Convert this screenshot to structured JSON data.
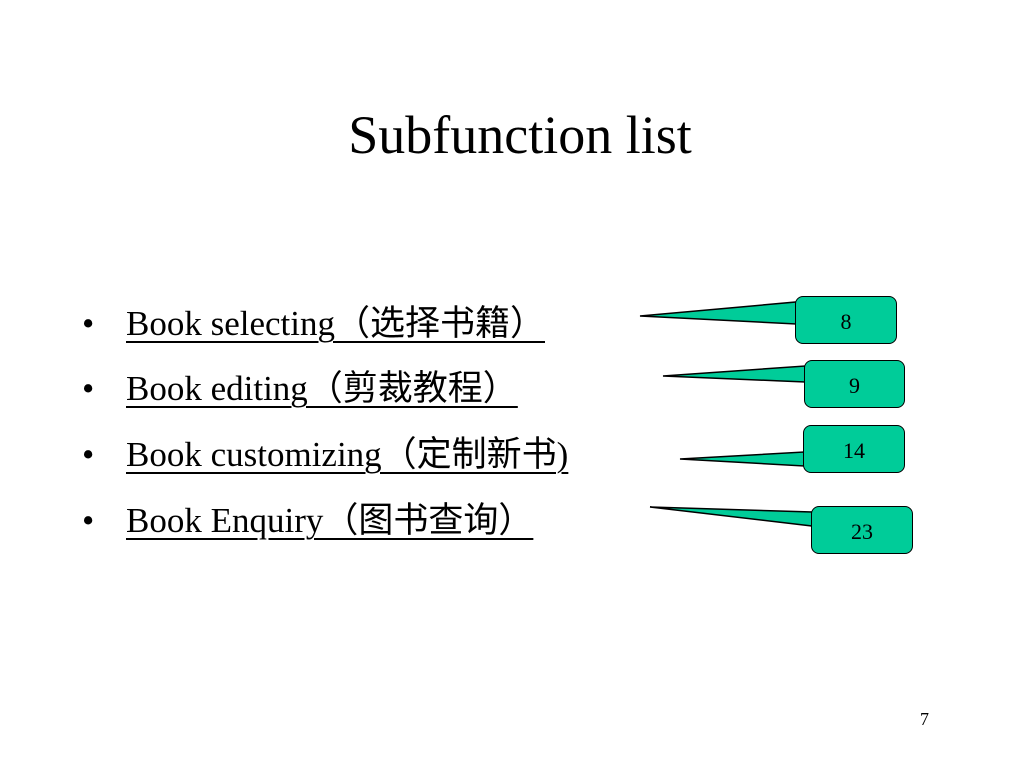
{
  "slide": {
    "title": "Subfunction list",
    "bullet_symbol": "•",
    "items": [
      {
        "label": "Book selecting（选择书籍）",
        "page_ref": "8"
      },
      {
        "label": "Book editing（剪裁教程）",
        "page_ref": "9"
      },
      {
        "label": "Book customizing（定制新书)",
        "page_ref": "14"
      },
      {
        "label": "Book Enquiry（图书查询）",
        "page_ref": "23"
      }
    ],
    "page_number": "7"
  },
  "colors": {
    "callout_fill": "#00cc99",
    "callout_stroke": "#000000",
    "text": "#000000",
    "background": "#ffffff"
  }
}
